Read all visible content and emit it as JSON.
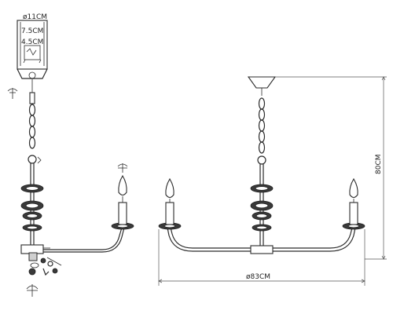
{
  "labels": {
    "canopy_diameter": "ø11CM",
    "canopy_height_outer": "7.5CM",
    "canopy_height_inner": "4.5CM",
    "total_height": "80CM",
    "total_width": "ø83CM"
  },
  "colors": {
    "line": "#2b2b2b",
    "ornament": "#3a3a3a"
  }
}
